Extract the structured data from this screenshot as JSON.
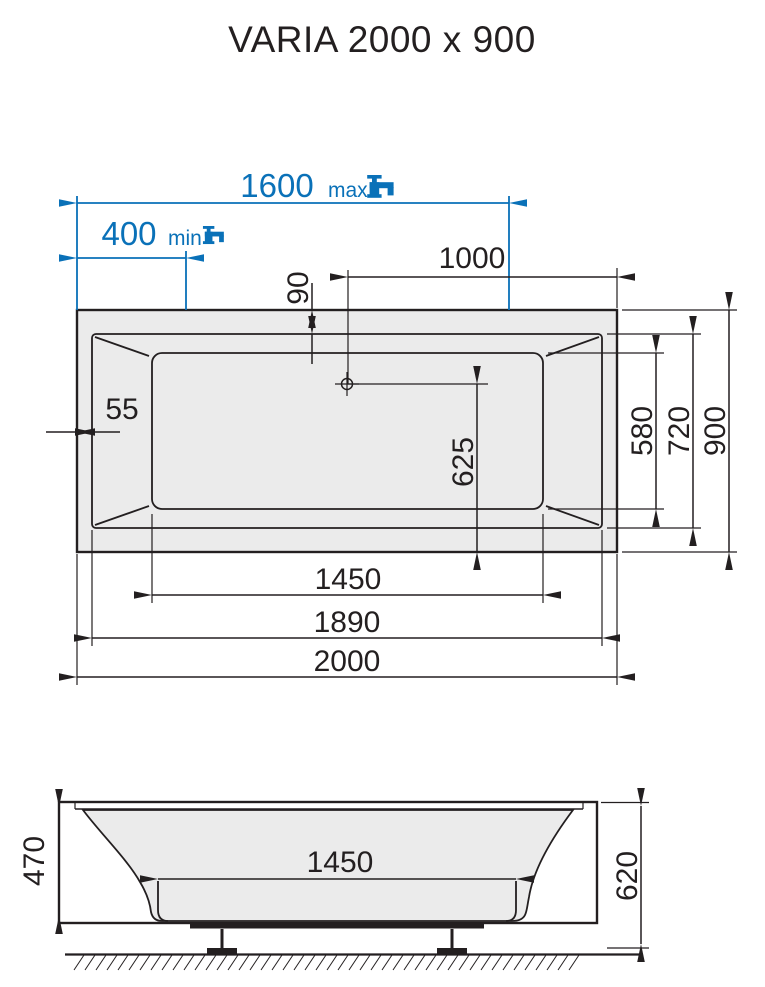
{
  "title": "VARIA 2000 x 900",
  "colors": {
    "line": "#231f20",
    "accent_blue": "#0a71b8",
    "tub_fill": "#ebebeb"
  },
  "top_view": {
    "view_name": "bathtub top view",
    "dims": {
      "faucet_max": {
        "value": "1600",
        "qualifier": "max",
        "icon": "faucet-icon"
      },
      "faucet_min": {
        "value": "400",
        "qualifier": "min",
        "icon": "faucet-icon"
      },
      "drain_x": "1000",
      "rim_top": "90",
      "rim_side": "55",
      "drain_y": "625",
      "inner_width": "580",
      "rim_width": "720",
      "width": "900",
      "inner_length": "1450",
      "rim_length": "1890",
      "length": "2000"
    }
  },
  "side_view": {
    "view_name": "bathtub side view",
    "dims": {
      "depth": "470",
      "bottom_length": "1450",
      "height": "620"
    }
  }
}
